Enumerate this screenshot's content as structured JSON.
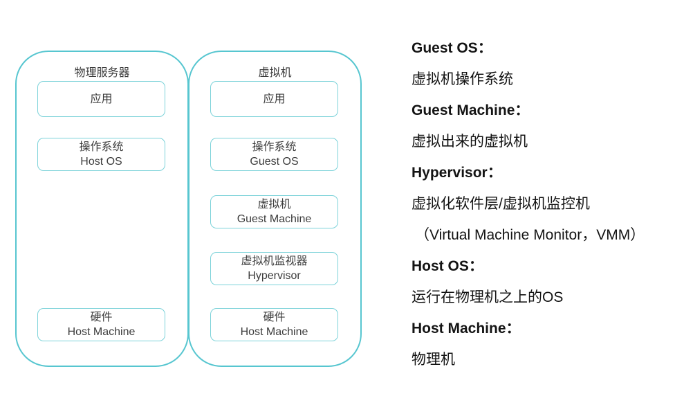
{
  "colors": {
    "outer_border": "#57c6d0",
    "inner_border": "#7bd2d9",
    "diagram_text": "#3c3c3c",
    "glossary_text": "#141414"
  },
  "diagram": {
    "columns": [
      {
        "title": "物理服务器",
        "layers": [
          {
            "lines": [
              "应用"
            ]
          },
          {
            "lines": [
              "操作系统",
              "Host OS"
            ]
          },
          {
            "lines": [
              "硬件",
              "Host Machine"
            ]
          }
        ]
      },
      {
        "title": "虚拟机",
        "layers": [
          {
            "lines": [
              "应用"
            ]
          },
          {
            "lines": [
              "操作系统",
              "Guest OS"
            ]
          },
          {
            "lines": [
              "虚拟机",
              "Guest Machine"
            ]
          },
          {
            "lines": [
              "虚拟机监视器",
              "Hypervisor"
            ]
          },
          {
            "lines": [
              "硬件",
              "Host Machine"
            ]
          }
        ]
      }
    ]
  },
  "glossary": {
    "entries": [
      {
        "term": "Guest OS：",
        "definitions": [
          "虚拟机操作系统"
        ]
      },
      {
        "term": "Guest Machine：",
        "definitions": [
          "虚拟出来的虚拟机"
        ]
      },
      {
        "term": "Hypervisor：",
        "definitions": [
          "虚拟化软件层/虚拟机监控机",
          "（Virtual Machine Monitor，VMM）"
        ]
      },
      {
        "term": "Host OS：",
        "definitions": [
          "运行在物理机之上的OS"
        ]
      },
      {
        "term": "Host Machine：",
        "definitions": [
          "物理机"
        ]
      }
    ]
  }
}
